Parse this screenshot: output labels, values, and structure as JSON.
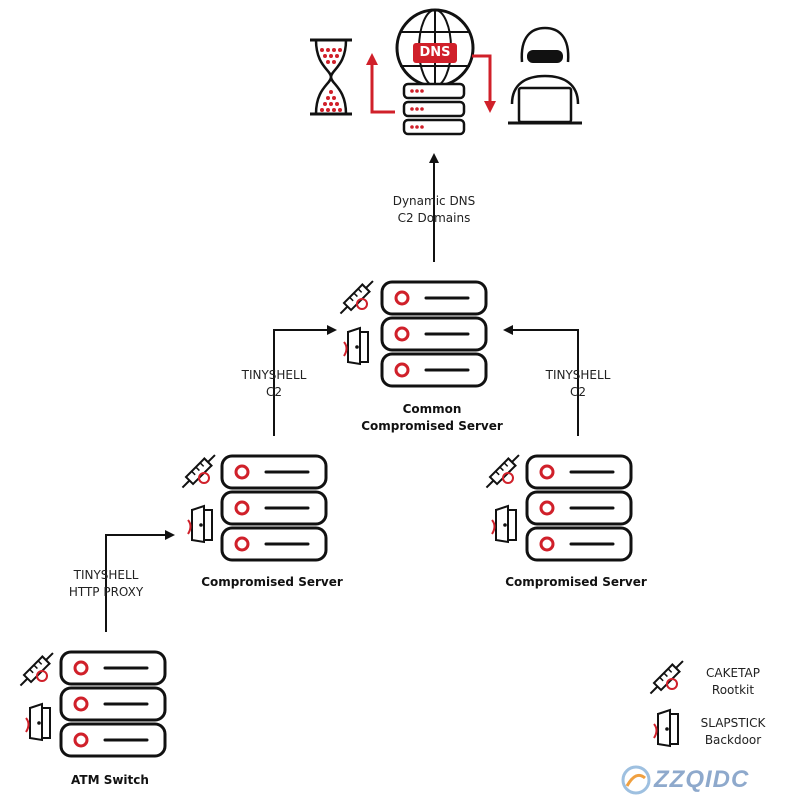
{
  "top": {
    "dns_label": "DNS"
  },
  "edges": {
    "dynamic_dns": [
      "Dynamic DNS",
      "C2 Domains"
    ],
    "tinyshell_left": [
      "TINYSHELL",
      "C2"
    ],
    "tinyshell_right": [
      "TINYSHELL",
      "C2"
    ],
    "tinyshell_proxy": [
      "TINYSHELL",
      "HTTP PROXY"
    ]
  },
  "nodes": {
    "common": [
      "Common",
      "Compromised Server"
    ],
    "left": "Compromised Server",
    "right": "Compromised Server",
    "atm": "ATM Switch"
  },
  "legend": {
    "caketap": [
      "CAKETAP",
      "Rootkit"
    ],
    "slapstick": [
      "SLAPSTICK",
      "Backdoor"
    ]
  },
  "watermark": "ZZQIDC",
  "colors": {
    "accent": "#d0202a",
    "ink": "#111111"
  }
}
